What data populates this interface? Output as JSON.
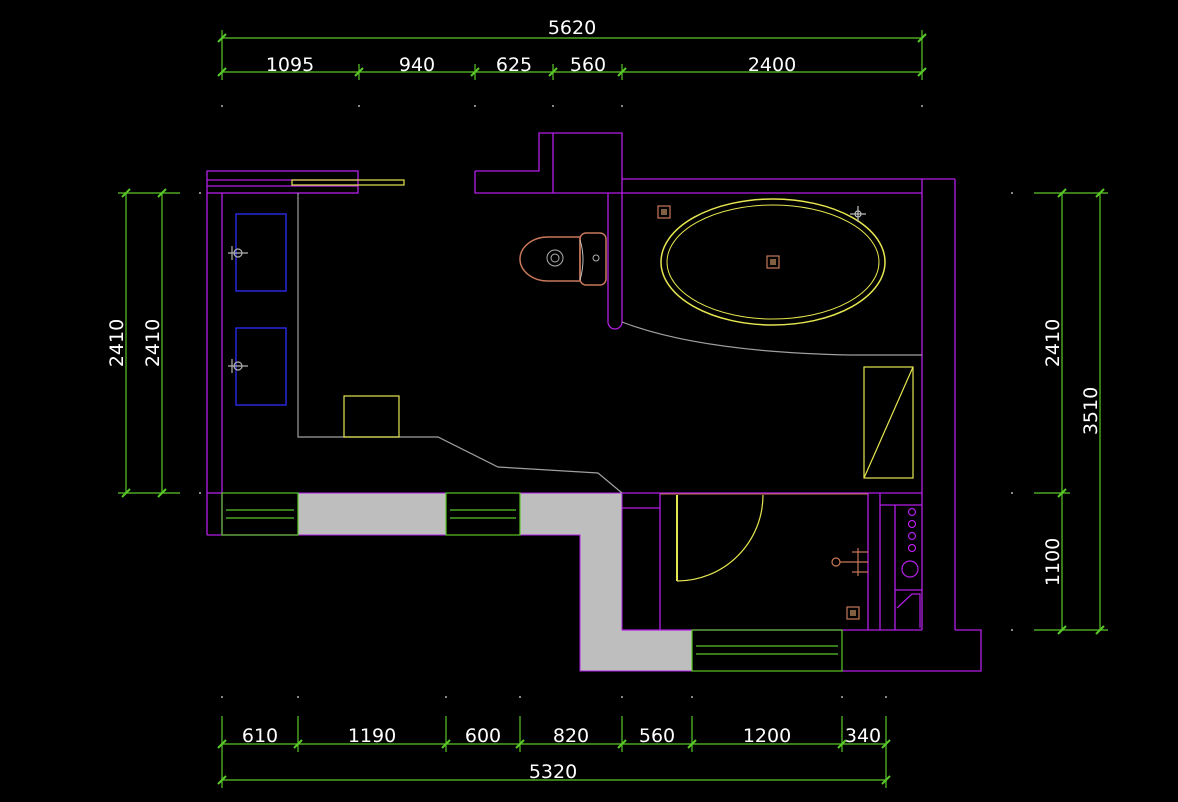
{
  "colors": {
    "background": "#000000",
    "wall": "#b41ee6",
    "dimension": "#5ac828",
    "fixture_yellow": "#e6e650",
    "basin_blue": "#2828dc",
    "grey_line": "#a0a0a0",
    "solid_wall_fill": "#bebebe",
    "toilet_brown": "#c8785a",
    "dim_text": "#ffffff"
  },
  "dimensions": {
    "top_total": "5620",
    "top": [
      "1095",
      "940",
      "625",
      "560",
      "2400"
    ],
    "bottom": [
      "610",
      "1190",
      "600",
      "820",
      "560",
      "1200",
      "340"
    ],
    "bottom_total": "5320",
    "left_outer": "2410",
    "left_inner": "2410",
    "right_upper": "2410",
    "right_lower": "1100",
    "right_total": "3510"
  },
  "fixtures": [
    {
      "name": "bathtub",
      "icon": "bathtub-icon"
    },
    {
      "name": "toilet",
      "icon": "toilet-icon"
    },
    {
      "name": "basin-upper",
      "icon": "sink-icon"
    },
    {
      "name": "basin-lower",
      "icon": "sink-icon"
    },
    {
      "name": "shower-door",
      "icon": "door-swing-icon"
    },
    {
      "name": "washing-machine",
      "icon": "washer-icon"
    },
    {
      "name": "cabinet",
      "icon": "cabinet-icon"
    }
  ]
}
